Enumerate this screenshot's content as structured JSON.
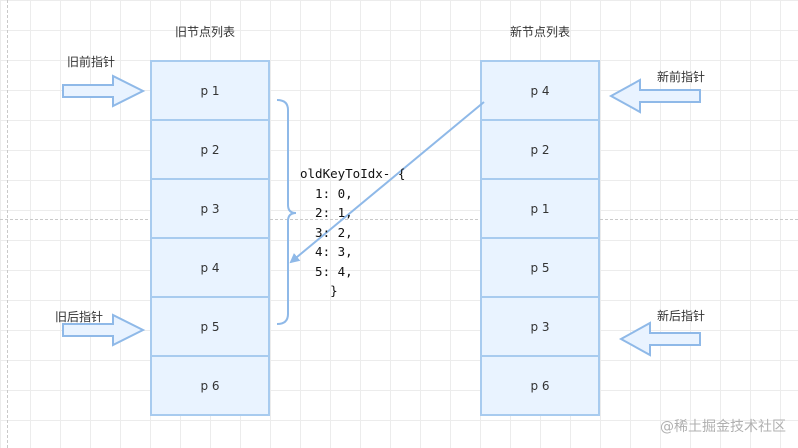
{
  "old_list": {
    "title": "旧节点列表",
    "nodes": [
      "p 1",
      "p 2",
      "p 3",
      "p 4",
      "p 5",
      "p 6"
    ]
  },
  "new_list": {
    "title": "新节点列表",
    "nodes": [
      "p 4",
      "p 2",
      "p 1",
      "p 5",
      "p 3",
      "p 6"
    ]
  },
  "pointers": {
    "old_start": "旧前指针",
    "old_end": "旧后指针",
    "new_start": "新前指针",
    "new_end": "新后指针"
  },
  "code": {
    "lines": [
      "oldKeyToIdx- {",
      "  1: 0,",
      "  2: 1,",
      "  3: 2,",
      "  4: 3,",
      "  5: 4,",
      "    }"
    ]
  },
  "watermark": "@稀土掘金技术社区",
  "colors": {
    "node_fill": "#e9f3ff",
    "node_border": "#a8cbef",
    "arrow": "#8fb9e8"
  }
}
